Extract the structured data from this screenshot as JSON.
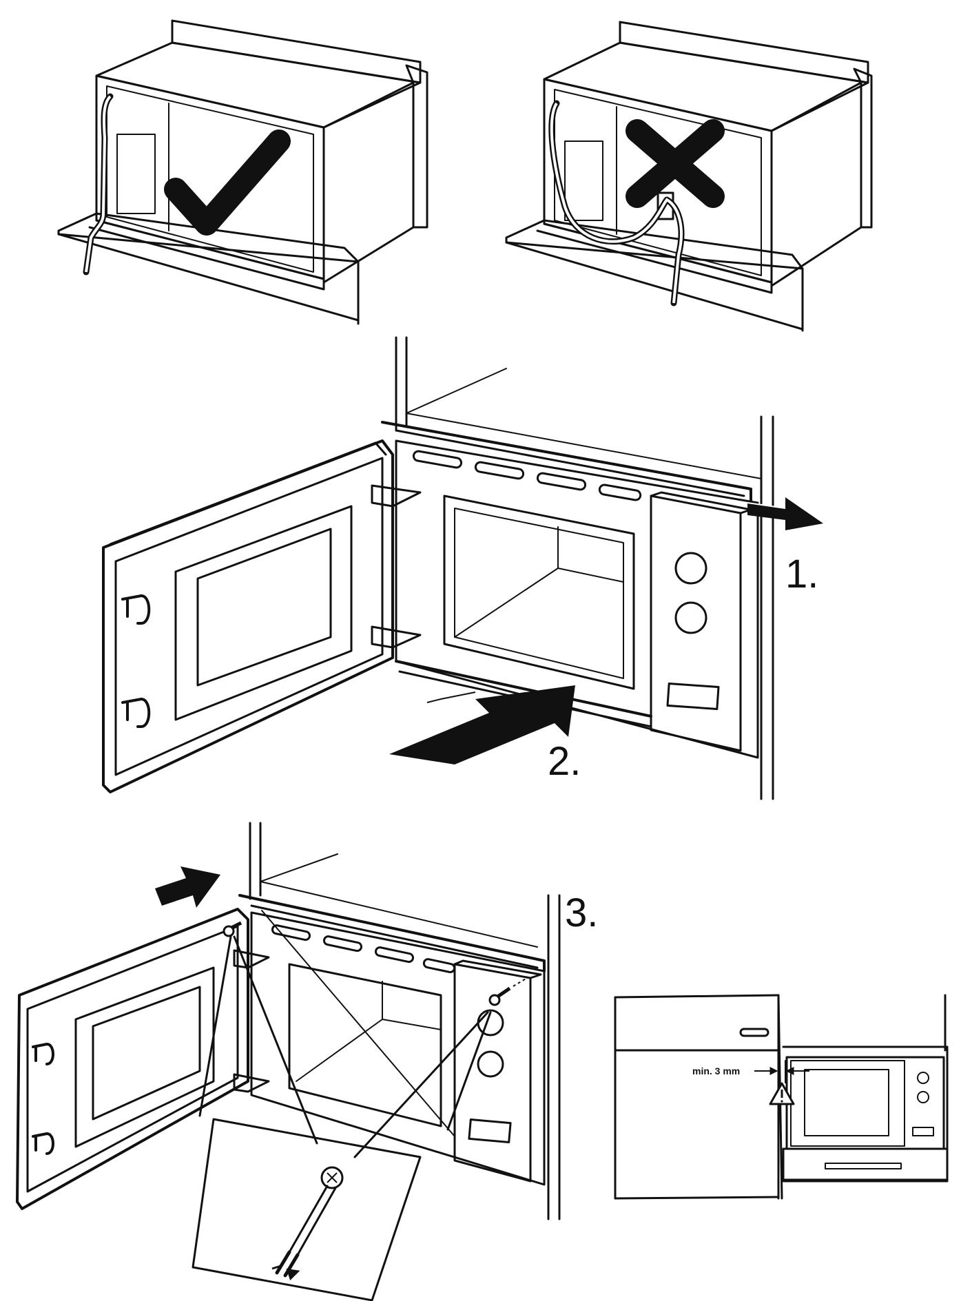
{
  "steps": {
    "step1": "1.",
    "step2": "2.",
    "step3": "3."
  },
  "clearance": {
    "label": "min. 3 mm"
  },
  "icons": {
    "correct": "check-mark-icon",
    "incorrect": "cross-mark-icon",
    "caution": "warning-triangle-icon"
  },
  "colors": {
    "ink": "#111111",
    "panel_gray": "#9a9a9a",
    "window_gray": "#a8a8a8",
    "side_gray": "#e4e4e4"
  }
}
